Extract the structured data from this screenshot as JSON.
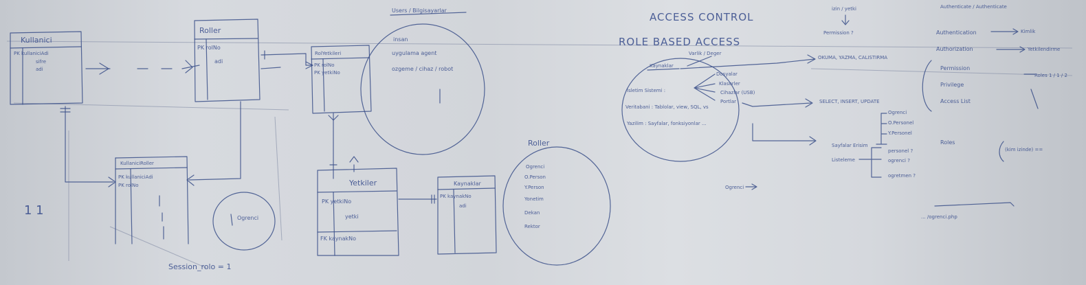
{
  "board": {
    "tables": {
      "kullanici": {
        "title": "Kullanici",
        "r1": "PK  kullaniciAdi",
        "r2": "sifre",
        "r3": "adi"
      },
      "roller": {
        "title": "Roller",
        "r1": "PK  rolNo",
        "r2": "adi"
      },
      "rol_yetki": {
        "title": "RolYetkileri",
        "r1": "PK  rolNo",
        "r2": "PK  yetkiNo"
      },
      "kullanici_roller": {
        "title": "KullaniciRoller",
        "r1": "PK  kullaniciAdi",
        "r2": "PK  rolNo"
      },
      "yetkiler": {
        "title": "Yetkiler",
        "r1": "PK  yetkiNo",
        "r2": "yetki",
        "r3": "FK  kaynakNo"
      },
      "kaynaklar": {
        "title": "Kaynaklar",
        "r1": "PK  kaynakNo",
        "r2": "adi"
      }
    },
    "notes": {
      "numbers": "1    1",
      "circle_small": "Ogrenci",
      "session": "Session_rolo = 1"
    },
    "users_circle": {
      "title": "Users / Bilgisayarlar",
      "items": [
        "insan",
        "uygulama agent",
        "ozgeme / cihaz / robot"
      ]
    },
    "roller_circle": {
      "title": "Roller",
      "items": [
        "Ogrenci",
        "O.Person",
        "Y.Person",
        "Yonetim",
        "Dekan",
        "Rektor"
      ]
    },
    "access": {
      "title1": "ACCESS CONTROL",
      "title2": "ROLE BASED ACCESS",
      "kaynaklar": "Kaynaklar",
      "varlik": "Varlik / Deger",
      "isletim": "Isletim Sistemi :",
      "os_items": [
        "Dosyalar",
        "Klasorler",
        "Cihazlar (USB)",
        "Portlar"
      ],
      "veritabani": "Veritabani : Tablolar, view, SQL, vs",
      "yazilim": "Yazilim : Sayfalar, fonksiyonlar ...",
      "ogrenci": "Ogrenci"
    },
    "middle_right": {
      "izin": "izin / yetki",
      "permission": "Permission ?",
      "okuma": "OKUMA, YAZMA, CALISTIRMA",
      "select": "SELECT, INSERT, UPDATE",
      "sayfalar_erisim": "Sayfalar Erisim",
      "erisim_items": [
        "Ogrenci",
        "O.Personel",
        "Y.Personel",
        "personel ?",
        "ogrenci ?",
        "ogretmen ?"
      ],
      "listeleme": "Listeleme"
    },
    "right": {
      "title": "Authenticate / Authenticate",
      "authentication": "Authentication",
      "authorization": "Authorization",
      "permission": "Permission",
      "privilege": "Privilege",
      "acl": "Access List",
      "roles": "Roles",
      "kimlik": "Kimlik",
      "yetki": "Yetkilendirme",
      "roles_num": "Roles 1 / 1 / 2",
      "func": "(kim izinde) ==",
      "ogrenci_php": "... /ogrenci.php"
    }
  }
}
